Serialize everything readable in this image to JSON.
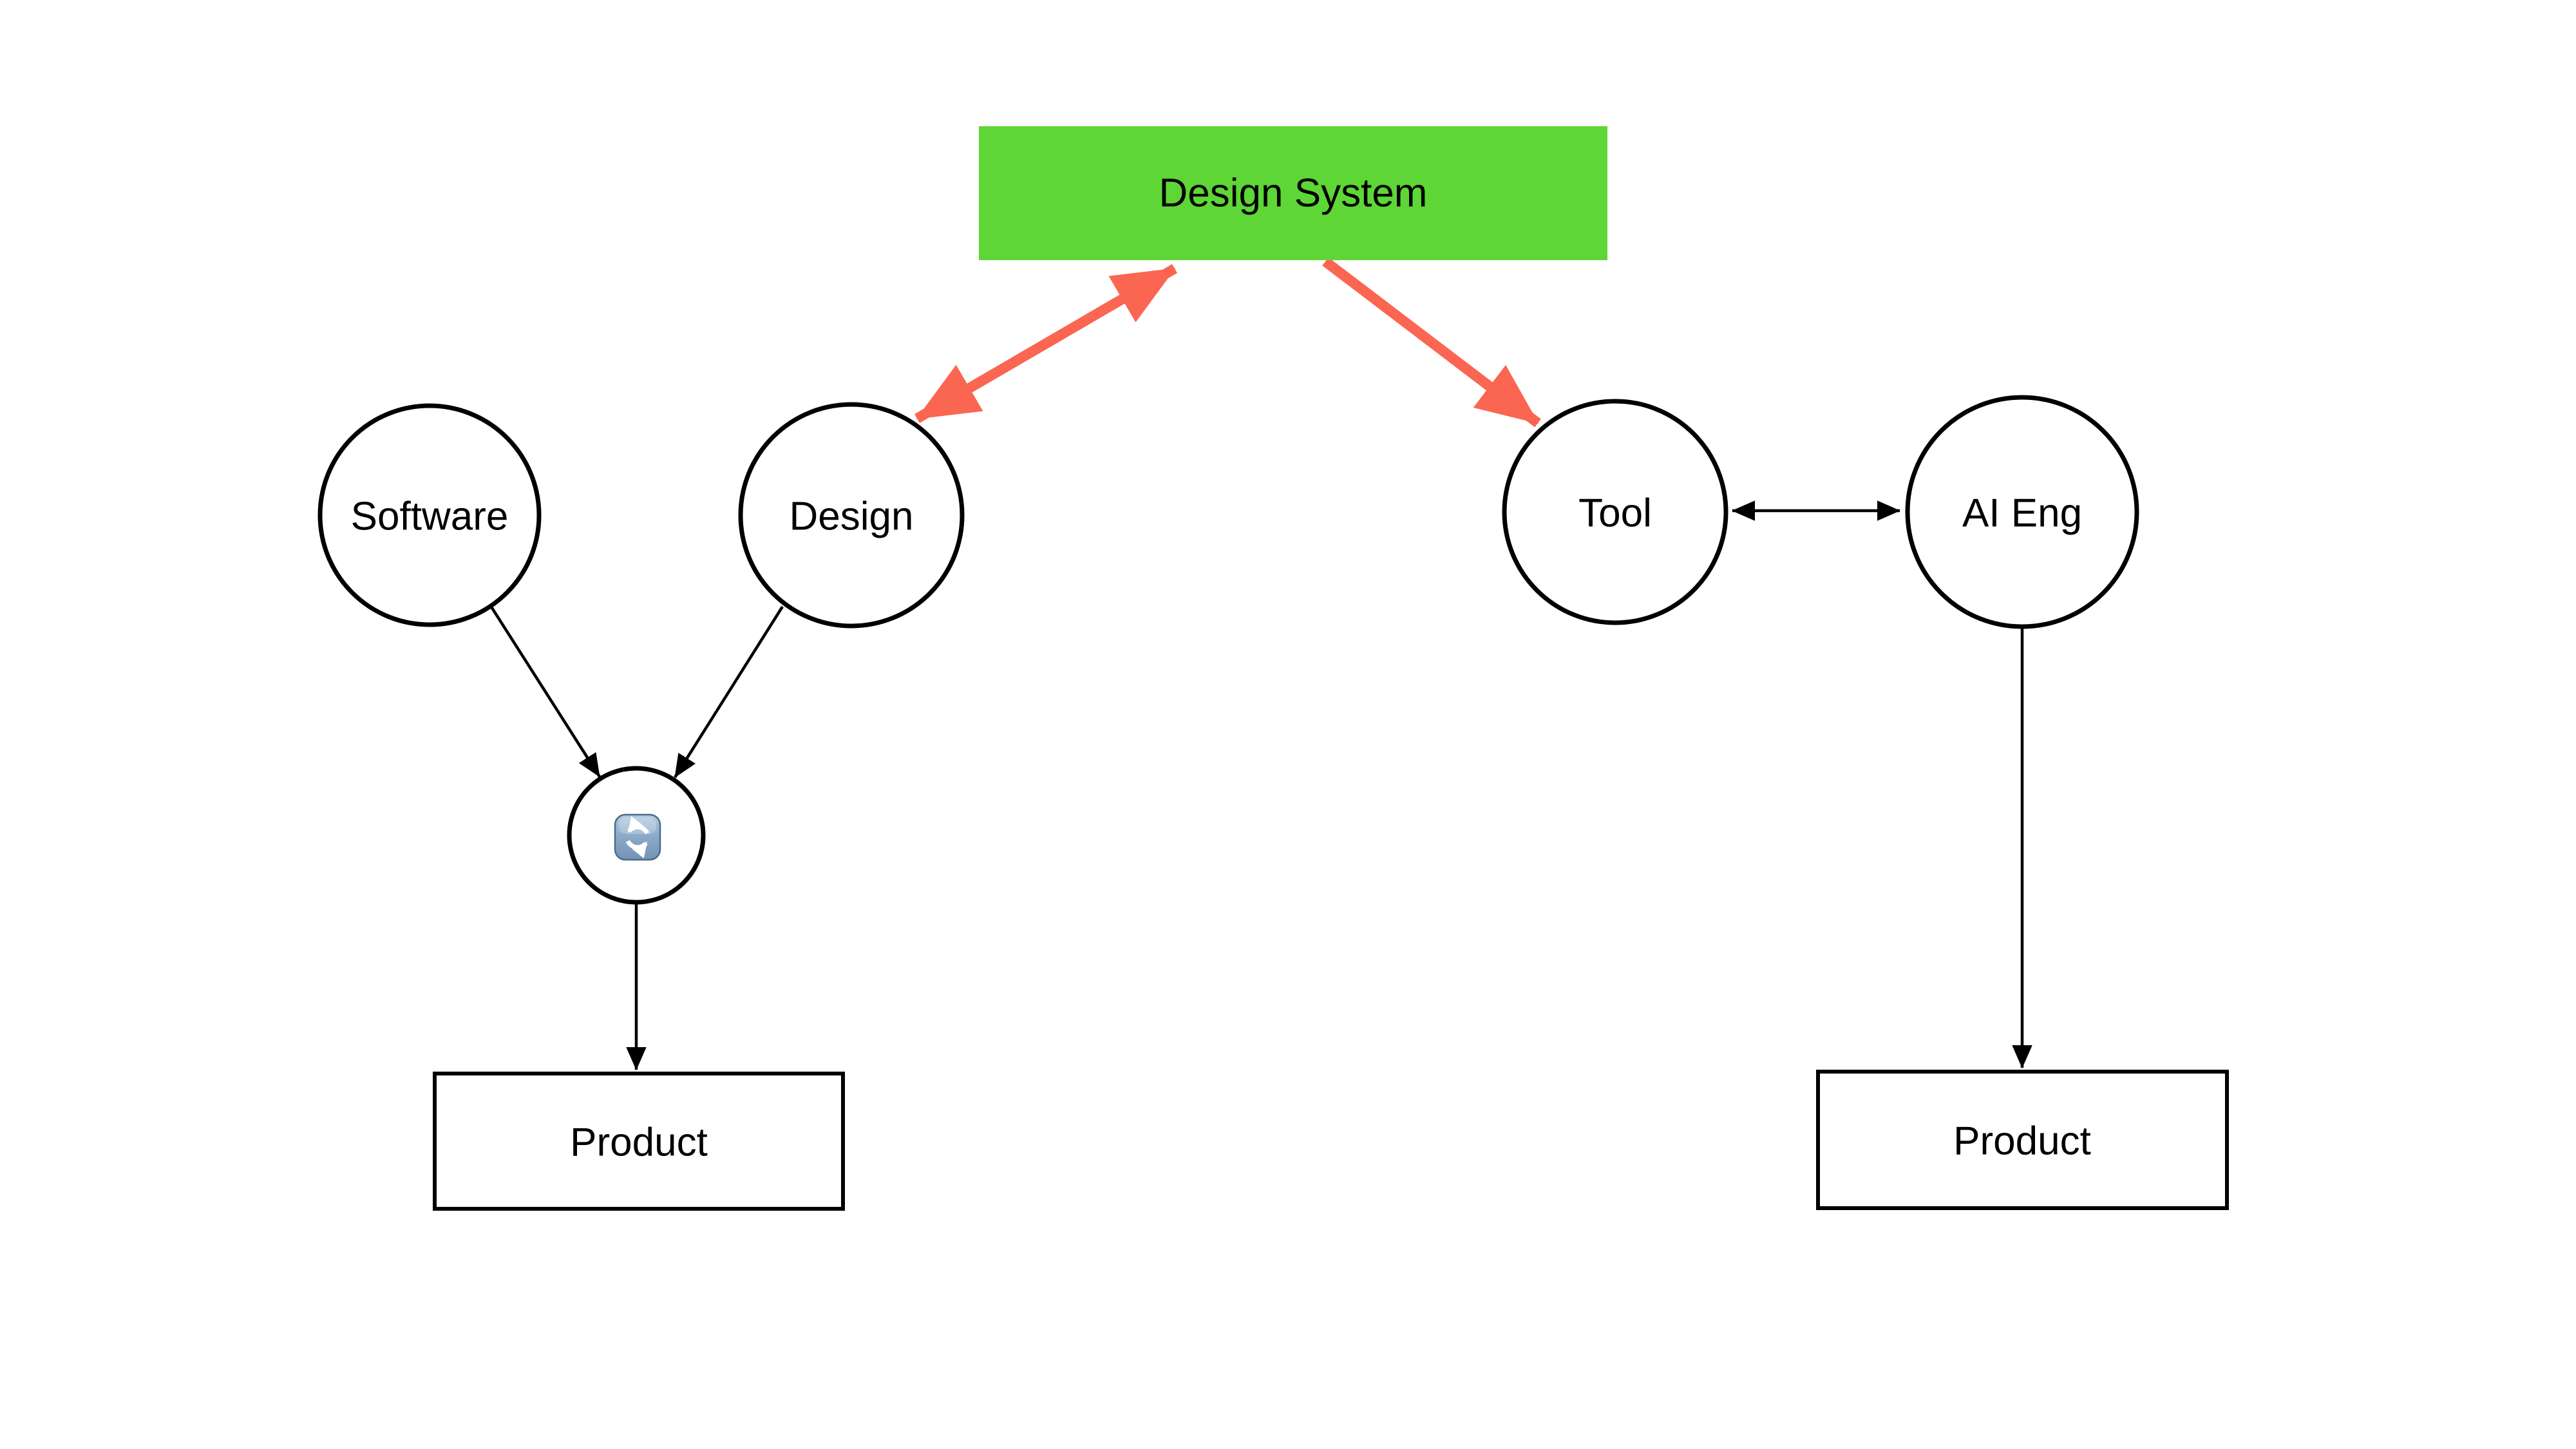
{
  "diagram": {
    "title_box": {
      "label": "Design System"
    },
    "nodes": {
      "software": {
        "label": "Software"
      },
      "design": {
        "label": "Design"
      },
      "tool": {
        "label": "Tool"
      },
      "ai_eng": {
        "label": "AI Eng"
      },
      "sync": {
        "icon": "counterclockwise-arrows-icon"
      },
      "product_left": {
        "label": "Product"
      },
      "product_right": {
        "label": "Product"
      }
    },
    "colors": {
      "green": "#5ed636",
      "red": "#fa6652",
      "black": "#000000",
      "icon_blue_light": "#b3cbe0",
      "icon_blue_dark": "#7494b6"
    },
    "edges": [
      {
        "from": "Design System",
        "to": "Design",
        "type": "double-arrow",
        "color": "#fa6652"
      },
      {
        "from": "Design System",
        "to": "Tool",
        "type": "arrow",
        "color": "#fa6652"
      },
      {
        "from": "Software",
        "to": "sync",
        "type": "arrow",
        "color": "#000000"
      },
      {
        "from": "Design",
        "to": "sync",
        "type": "arrow",
        "color": "#000000"
      },
      {
        "from": "sync",
        "to": "Product (left)",
        "type": "arrow",
        "color": "#000000"
      },
      {
        "from": "Tool",
        "to": "AI Eng",
        "type": "double-arrow",
        "color": "#000000"
      },
      {
        "from": "AI Eng",
        "to": "Product (right)",
        "type": "arrow",
        "color": "#000000"
      }
    ]
  }
}
